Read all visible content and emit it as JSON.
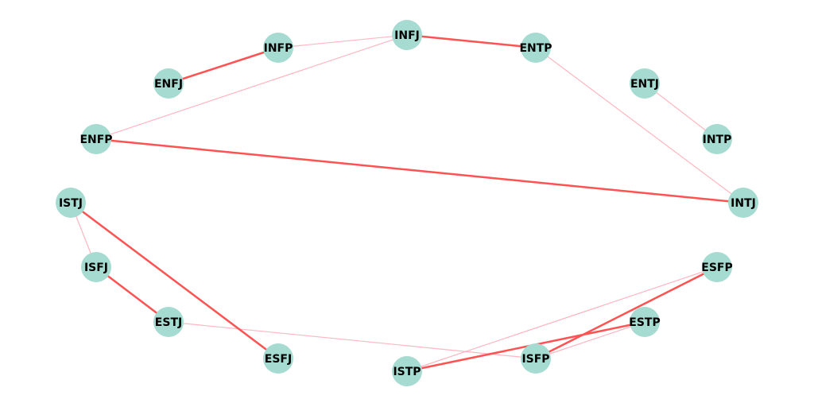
{
  "colors": {
    "node": "#a5dbd0",
    "strong_edge": "#ff5252",
    "weak_edge": "#ffb6c1"
  },
  "nodes": [
    "INFJ",
    "INFP",
    "ENTP",
    "ENFJ",
    "ENTJ",
    "ENFP",
    "INTP",
    "ISTJ",
    "INTJ",
    "ISFJ",
    "ESFP",
    "ESTJ",
    "ESTP",
    "ESFJ",
    "ISFP",
    "ISTP"
  ],
  "edges": [
    {
      "source": "ENFJ",
      "target": "INFP",
      "type": "strong"
    },
    {
      "source": "INFJ",
      "target": "ENTP",
      "type": "strong"
    },
    {
      "source": "ENFP",
      "target": "INTJ",
      "type": "strong"
    },
    {
      "source": "ISTJ",
      "target": "ESFJ",
      "type": "strong"
    },
    {
      "source": "ISFJ",
      "target": "ESTJ",
      "type": "strong"
    },
    {
      "source": "ISTP",
      "target": "ESTP",
      "type": "strong"
    },
    {
      "source": "ISFP",
      "target": "ESFP",
      "type": "strong"
    },
    {
      "source": "INFP",
      "target": "INFJ",
      "type": "weak"
    },
    {
      "source": "INFJ",
      "target": "ENFP",
      "type": "weak"
    },
    {
      "source": "ENTP",
      "target": "INTJ",
      "type": "weak"
    },
    {
      "source": "ENTJ",
      "target": "INTP",
      "type": "weak"
    },
    {
      "source": "ISTJ",
      "target": "ISFJ",
      "type": "weak"
    },
    {
      "source": "ESTJ",
      "target": "ISFP",
      "type": "weak"
    },
    {
      "source": "ISTP",
      "target": "ESFP",
      "type": "weak"
    },
    {
      "source": "ISFP",
      "target": "ESTP",
      "type": "weak"
    }
  ]
}
